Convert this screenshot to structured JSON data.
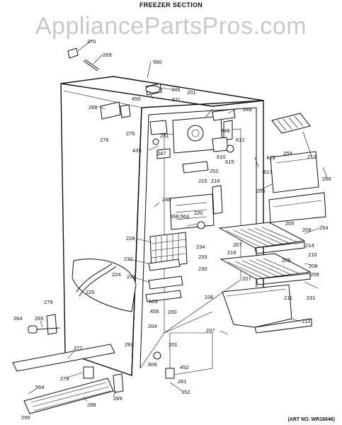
{
  "header": {
    "title": "FREEZER SECTION"
  },
  "watermark": "AppliancePartsPros.com",
  "footer": {
    "art_no": "(ART NO. WR16646)"
  },
  "callouts": [
    "270",
    "269",
    "560",
    "446",
    "450",
    "611",
    "201",
    "268",
    "249",
    "275",
    "276",
    "251",
    "248",
    "612",
    "435",
    "247",
    "615",
    "610",
    "213",
    "423",
    "259",
    "613",
    "256",
    "252",
    "216",
    "255",
    "215",
    "240",
    "558,563",
    "220",
    "205",
    "208",
    "254",
    "228",
    "234",
    "207",
    "214",
    "232",
    "233",
    "219",
    "210",
    "206",
    "208",
    "224",
    "230",
    "209",
    "231",
    "207",
    "231",
    "225",
    "563",
    "236",
    "211",
    "212",
    "279",
    "456",
    "200",
    "265",
    "264",
    "204",
    "237",
    "293",
    "201",
    "277",
    "609",
    "452",
    "278",
    "261",
    "564",
    "552",
    "289",
    "288",
    "290"
  ]
}
